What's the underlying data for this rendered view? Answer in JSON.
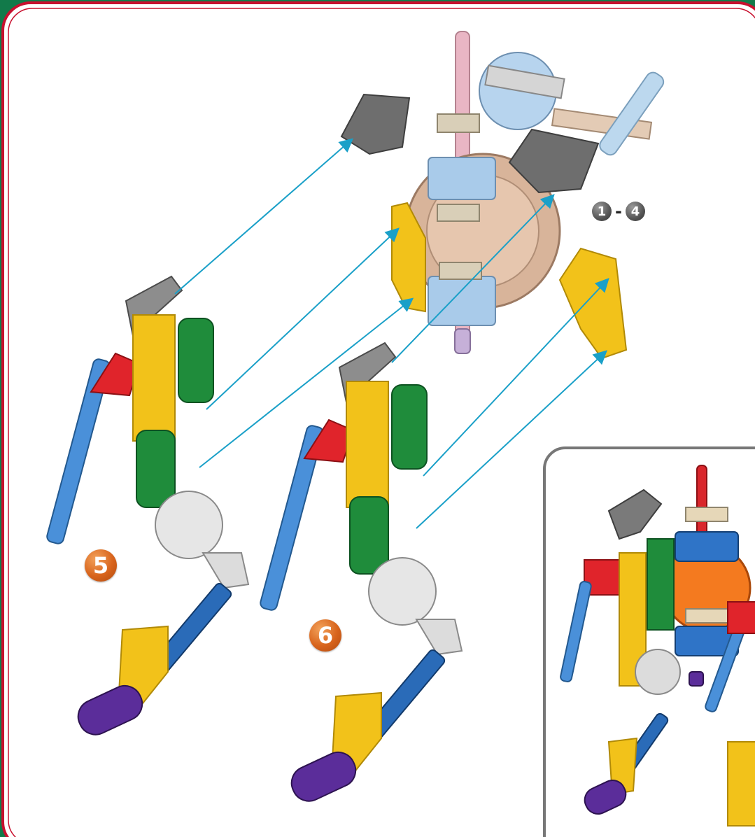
{
  "steps": {
    "range_start": "1",
    "range_dash": "-",
    "range_end": "4",
    "step_a": "5",
    "step_b": "6"
  },
  "colors": {
    "border_red": "#c8102e",
    "background_green": "#127a4a",
    "arrow_blue": "#1aa0c8",
    "badge_orange": "#d8641c"
  }
}
